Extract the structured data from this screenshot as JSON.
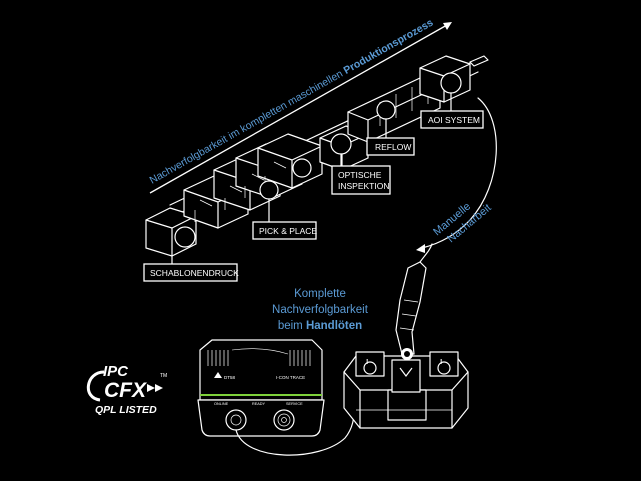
{
  "top_caption": {
    "prefix": "Nachverfolgbarkeit im kompletten maschinellen ",
    "bold": "Produktionsprozess"
  },
  "stations": {
    "schablonendruck": "SCHABLONENDRUCK",
    "pick_place": "PICK & PLACE",
    "optische_line1": "OPTISCHE",
    "optische_line2": "INSPEKTION",
    "reflow": "REFLOW",
    "aoi": "AOI SYSTEM"
  },
  "manual_rework": {
    "line1": "Manuelle",
    "line2": "Nacharbeit"
  },
  "hand_soldering": {
    "line1": "Komplette",
    "line2": "Nachverfolgbarkeit",
    "line3_prefix": "beim ",
    "line3_bold": "Handlöten"
  },
  "logo": {
    "ipc": "IPC",
    "cfx": "CFX",
    "tm": "TM",
    "qpl": "QPL LISTED"
  },
  "control_unit": {
    "model": "DT58",
    "brand": "I-CON TRACE",
    "online": "ONLINE",
    "ready": "READY",
    "service": "SERVICE"
  },
  "colors": {
    "background": "#000000",
    "line": "#ffffff",
    "accent_blue": "#5b9bd5",
    "led_green": "#7fd13b"
  }
}
